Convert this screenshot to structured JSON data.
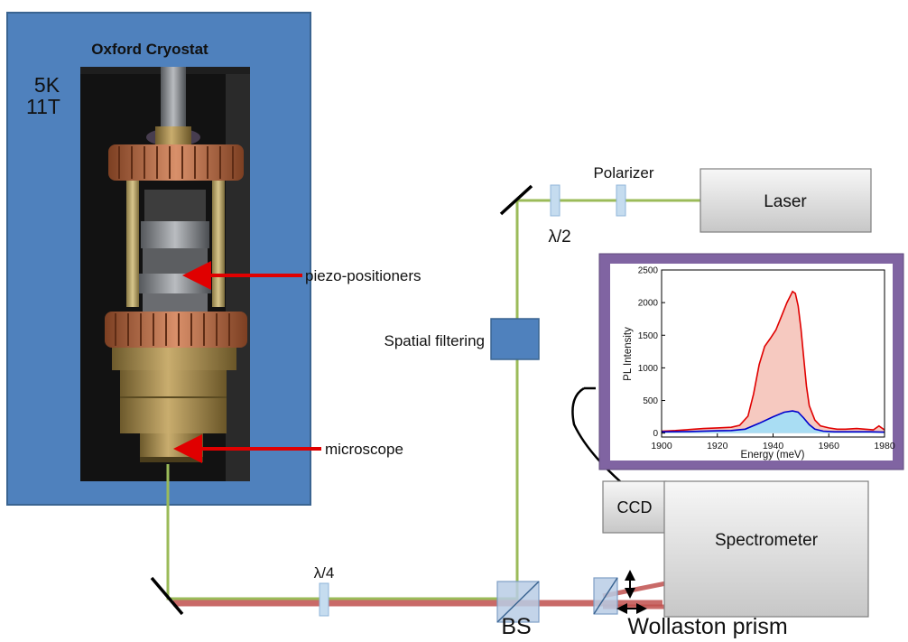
{
  "cryostat": {
    "title": "Oxford Cryostat",
    "temperature": "5K",
    "field": "11T",
    "colors": {
      "fill": "#4f81bd",
      "edge": "#3a6491",
      "label": "#ffffff"
    }
  },
  "photo_labels": {
    "piezo": "piezo-positioners",
    "microscope": "microscope"
  },
  "optics": {
    "polarizer": "Polarizer",
    "half_wave": "λ/2",
    "quarter_wave": "λ/4",
    "spatial_filter": "Spatial filtering",
    "beam_splitter": "BS",
    "wollaston": "Wollaston prism"
  },
  "instruments": {
    "laser": "Laser",
    "ccd": "CCD",
    "spectrometer": "Spectrometer"
  },
  "colors": {
    "beam_excitation": "#9bbb59",
    "beam_emission": "#c0504d",
    "waveplate": "#c5dcef",
    "arrow": "#e00000",
    "inset_frame": "#8064a2"
  },
  "chart_data": {
    "type": "area",
    "xlabel": "Energy (meV)",
    "ylabel": "PL Intensity",
    "xlim": [
      1900,
      1980
    ],
    "ylim": [
      -60,
      2500
    ],
    "xticks": [
      1900,
      1920,
      1940,
      1960,
      1980
    ],
    "yticks": [
      0,
      500,
      1000,
      1500,
      2000,
      2500
    ],
    "series": [
      {
        "color": "#e00000",
        "fill": "#f6c9c0",
        "x": [
          1900,
          1905,
          1910,
          1915,
          1920,
          1925,
          1928,
          1931,
          1933,
          1935,
          1937,
          1939,
          1941,
          1943,
          1945,
          1947,
          1948,
          1949,
          1950,
          1951,
          1952,
          1953,
          1955,
          1957,
          1960,
          1963,
          1966,
          1970,
          1973,
          1976,
          1978,
          1980
        ],
        "values": [
          30,
          40,
          55,
          70,
          80,
          90,
          120,
          260,
          600,
          1050,
          1330,
          1450,
          1580,
          1790,
          2000,
          2170,
          2140,
          1950,
          1600,
          1150,
          720,
          420,
          200,
          110,
          80,
          60,
          60,
          70,
          60,
          50,
          110,
          50
        ]
      },
      {
        "color": "#0000cc",
        "fill": "#a9ddf3",
        "x": [
          1900,
          1910,
          1920,
          1925,
          1930,
          1935,
          1940,
          1944,
          1947,
          1949,
          1951,
          1953,
          1955,
          1958,
          1962,
          1966,
          1970,
          1975,
          1980
        ],
        "values": [
          20,
          25,
          35,
          40,
          60,
          150,
          250,
          320,
          340,
          320,
          230,
          130,
          60,
          30,
          20,
          20,
          20,
          20,
          15
        ]
      }
    ]
  }
}
